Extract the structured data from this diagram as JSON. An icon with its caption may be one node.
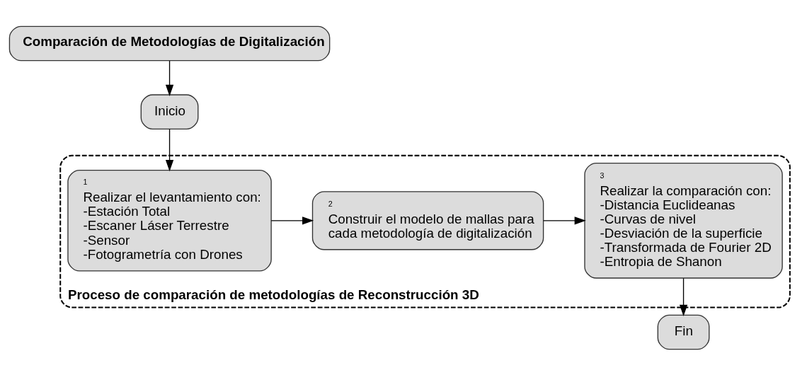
{
  "diagram": {
    "nodes": [
      {
        "text": [
          "Comparación de Metodologías de Digitalización"
        ]
      },
      {
        "text": [
          "Inicio"
        ]
      },
      {
        "text": [
          "Proceso de comparación de metodologías de Reconstrucción 3D"
        ]
      },
      {
        "text": [
          "1",
          "Realizar el levantamiento con: -Estación Total -Escaner Láser Terrestre -Sensor -Fotogrametría con Drones"
        ],
        "in": 2
      },
      {
        "text": [
          "2",
          "Construir el modelo de mallas para cada metodología de digitalización"
        ],
        "in": 2
      },
      {
        "text": [
          "3",
          "Realizar la comparación con: -Distancia Euclideanas -Curvas de nivel -Desviación de la superficie -Transformada de Fourier 2D -Entropia de Shanon"
        ],
        "in": 2
      },
      {
        "text": [
          "Fin"
        ]
      }
    ],
    "edges": [
      {
        "from": 0,
        "to": 1,
        "arrow": "to"
      },
      {
        "from": 1,
        "to": 3,
        "arrow": "to"
      },
      {
        "from": 3,
        "to": 4,
        "arrow": "to"
      },
      {
        "from": 4,
        "to": 5,
        "arrow": "to"
      },
      {
        "from": 5,
        "to": 6,
        "arrow": "to"
      }
    ]
  }
}
